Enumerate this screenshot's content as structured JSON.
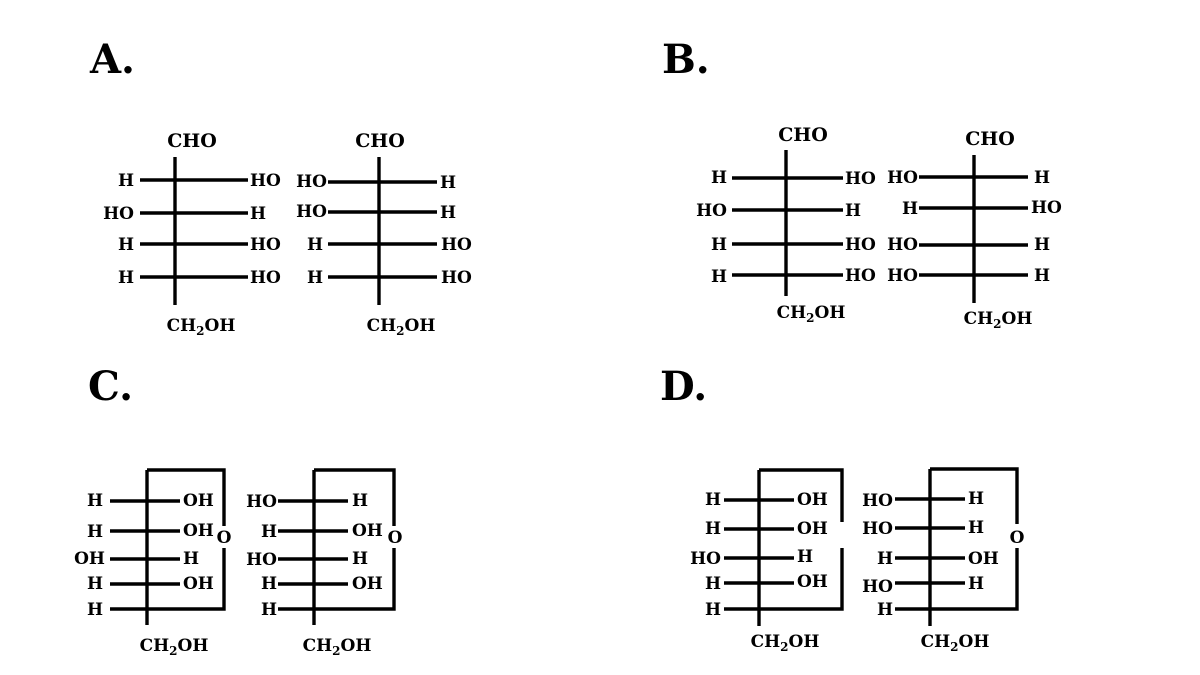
{
  "options": [
    {
      "label": "A.",
      "structures": [
        {
          "top": "CHO",
          "rows": [
            [
              "H",
              "HO"
            ],
            [
              "HO",
              "H"
            ],
            [
              "H",
              "HO"
            ],
            [
              "H",
              "HO"
            ]
          ],
          "bottom": {
            "main": "CH",
            "sub": "2",
            "tail": "OH"
          }
        },
        {
          "top": "CHO",
          "rows": [
            [
              "HO",
              "H"
            ],
            [
              "HO",
              "H"
            ],
            [
              "H",
              "HO"
            ],
            [
              "H",
              "HO"
            ]
          ],
          "bottom": {
            "main": "CH",
            "sub": "2",
            "tail": "OH"
          }
        }
      ]
    },
    {
      "label": "B.",
      "structures": [
        {
          "top": "CHO",
          "rows": [
            [
              "H",
              "HO"
            ],
            [
              "HO",
              "H"
            ],
            [
              "H",
              "HO"
            ],
            [
              "H",
              "HO"
            ]
          ],
          "bottom": {
            "main": "CH",
            "sub": "2",
            "tail": "OH"
          }
        },
        {
          "top": "CHO",
          "rows": [
            [
              "HO",
              "H"
            ],
            [
              "H",
              "HO"
            ],
            [
              "HO",
              "H"
            ],
            [
              "HO",
              "H"
            ]
          ],
          "bottom": {
            "main": "CH",
            "sub": "2",
            "tail": "OH"
          }
        }
      ]
    },
    {
      "label": "C.",
      "structures": [
        {
          "ring_oxygen": "O",
          "rows": [
            [
              "H",
              "OH"
            ],
            [
              "H",
              "OH"
            ],
            [
              "OH",
              "H"
            ],
            [
              "H",
              "OH"
            ],
            [
              "H",
              ""
            ]
          ],
          "bottom": {
            "main": "CH",
            "sub": "2",
            "tail": "OH"
          }
        },
        {
          "ring_oxygen": "O",
          "rows": [
            [
              "HO",
              "H"
            ],
            [
              "H",
              "OH"
            ],
            [
              "HO",
              "H"
            ],
            [
              "H",
              "OH"
            ],
            [
              "H",
              ""
            ]
          ],
          "bottom": {
            "main": "CH",
            "sub": "2",
            "tail": "OH"
          }
        }
      ]
    },
    {
      "label": "D.",
      "structures": [
        {
          "ring_oxygen": "",
          "rows": [
            [
              "H",
              "OH"
            ],
            [
              "H",
              "OH"
            ],
            [
              "HO",
              "H"
            ],
            [
              "H",
              "OH"
            ],
            [
              "H",
              ""
            ]
          ],
          "bottom": {
            "main": "CH",
            "sub": "2",
            "tail": "OH"
          }
        },
        {
          "ring_oxygen": "O",
          "rows": [
            [
              "HO",
              "H"
            ],
            [
              "HO",
              "H"
            ],
            [
              "H",
              "OH"
            ],
            [
              "HO",
              "H"
            ],
            [
              "H",
              ""
            ]
          ],
          "bottom": {
            "main": "CH",
            "sub": "2",
            "tail": "OH"
          }
        }
      ]
    }
  ]
}
